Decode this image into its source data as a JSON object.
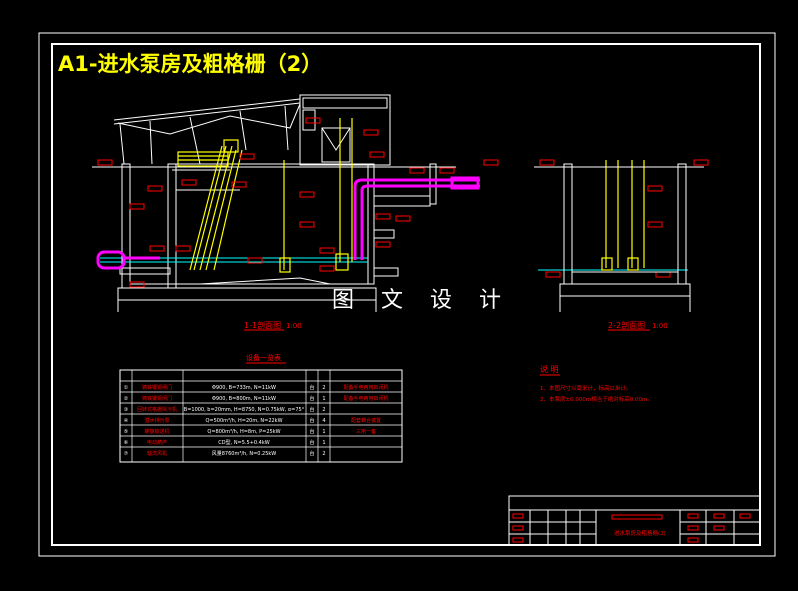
{
  "title": "A1-进水泵房及粗格栅（2）",
  "watermark": "图 文 设 计",
  "colors": {
    "background": "#000000",
    "frame": "#ffffff",
    "title": "#ffff00",
    "pipe": "#ff00ff",
    "label": "#ff0000",
    "equipment": "#ffff00",
    "water": "#00ffff"
  },
  "section_labels": {
    "s1": "1-1剖面图",
    "s1_scale": "1:00",
    "s2": "2-2剖面图",
    "s2_scale": "1:00"
  },
  "equipment_table": {
    "caption": "设备一览表",
    "rows": [
      [
        "①",
        "铸铁镶铜闸门",
        "Φ900, B=733m, N=11kW",
        "台",
        "2",
        "配备手电两用启闭机"
      ],
      [
        "②",
        "铸铁镶铜闸门",
        "Φ900, B=800m, N=11kW",
        "台",
        "1",
        "配备手电两用启闭机"
      ],
      [
        "③",
        "回转式格栅除污机",
        "B=1000, b=20mm, H=8750, N=0.75kW, α=75°",
        "台",
        "2",
        ""
      ],
      [
        "④",
        "潜水排污泵",
        "Q=500m³/h, H=20m, N=22kW",
        "台",
        "4",
        "配套耦合装置"
      ],
      [
        "⑤",
        "螺旋输送机",
        "Q=800m³/h, H=8m, P=25kW",
        "台",
        "1",
        "三用一备"
      ],
      [
        "⑥",
        "电动葫芦",
        "CD型, N=5.5+0.4kW",
        "台",
        "1",
        ""
      ],
      [
        "⑦",
        "轴流风机",
        "风量8760m³/h, N=0.25kW",
        "台",
        "2",
        ""
      ]
    ]
  },
  "notes": {
    "heading": "说 明",
    "items": [
      "1、本图尺寸以毫米计，标高以米计。",
      "2、本泵房±0.000m相当于绝对标高0.00m。"
    ]
  },
  "title_block": {
    "drawing_name": "进水泵房及粗格栅(2)"
  }
}
